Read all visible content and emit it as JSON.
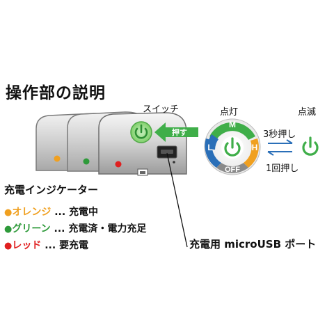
{
  "title": "操作部の説明",
  "labels": {
    "switch": "スイッチ",
    "lit": "点灯",
    "blink": "点滅",
    "push": "押す",
    "hold3": "3秒押し",
    "press1": "1回押し",
    "port": "充電用 microUSB ポート"
  },
  "dial": {
    "m": "M",
    "l": "L",
    "h": "H",
    "off": "OFF"
  },
  "indicator": {
    "title": "充電インジケーター",
    "rows": [
      {
        "dot": "●",
        "name": "オレンジ",
        "sep": "...",
        "desc": "充電中",
        "color": "#f0a020"
      },
      {
        "dot": "●",
        "name": "グリーン",
        "sep": "...",
        "desc": "充電済・電力充足",
        "color": "#2e9a3a"
      },
      {
        "dot": "●",
        "name": "レッド",
        "sep": "...",
        "desc": "要充電",
        "color": "#e02020"
      }
    ]
  },
  "colors": {
    "green": "#3fae49",
    "orange": "#f0a020",
    "blue": "#2a6fb8",
    "red": "#e02020",
    "gray": "#8a8a8a"
  }
}
